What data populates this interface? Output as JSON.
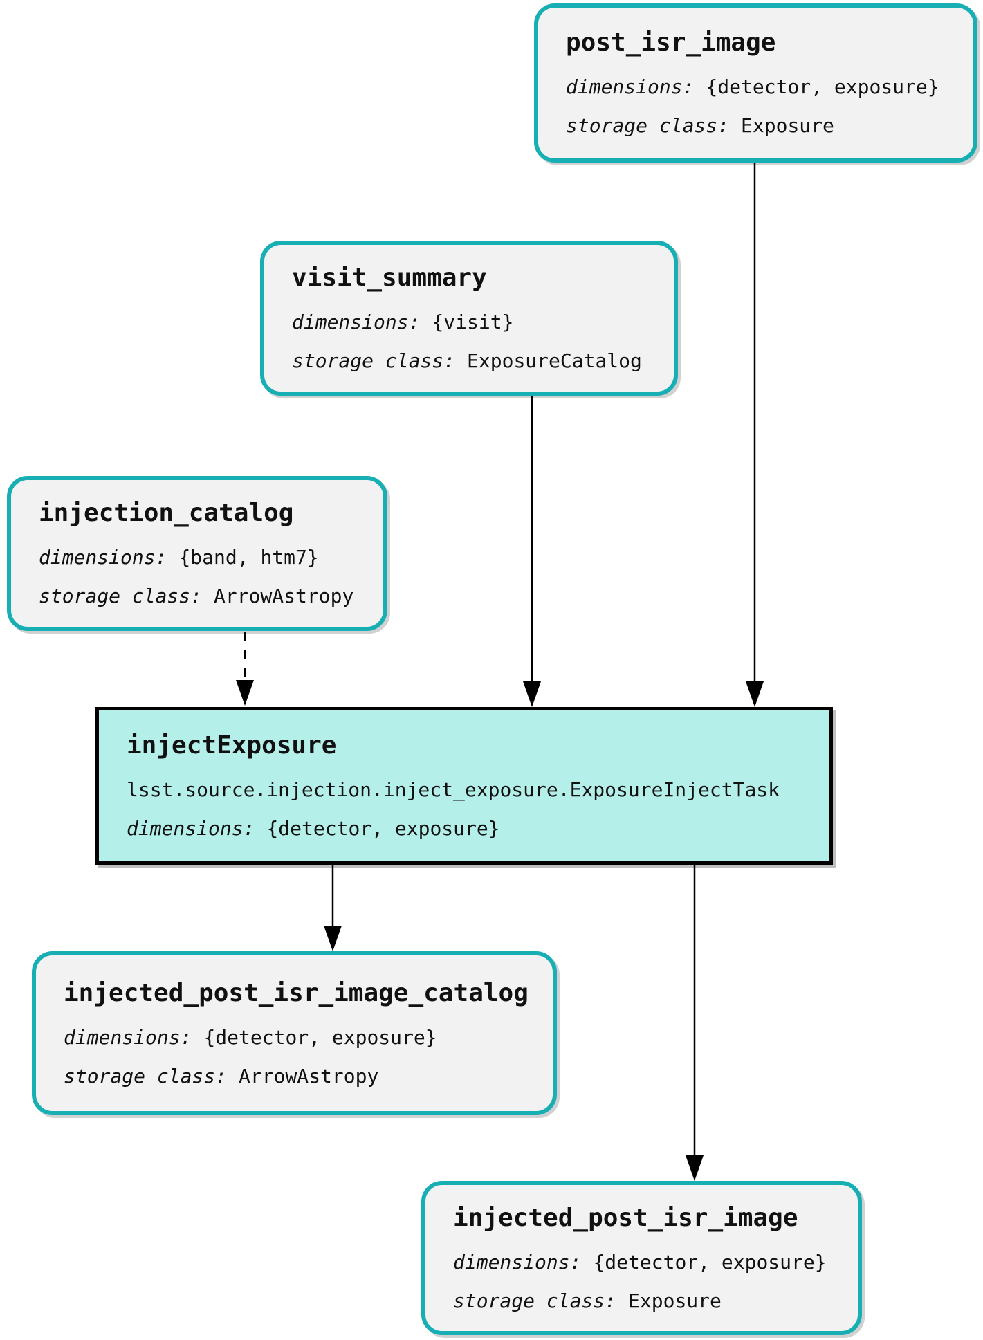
{
  "labels": {
    "dimensions": "dimensions:",
    "storage_class": "storage class:"
  },
  "nodes": {
    "post_isr_image": {
      "title": "post_isr_image",
      "dimensions": "{detector, exposure}",
      "storage_class": "Exposure"
    },
    "visit_summary": {
      "title": "visit_summary",
      "dimensions": "{visit}",
      "storage_class": "ExposureCatalog"
    },
    "injection_catalog": {
      "title": "injection_catalog",
      "dimensions": "{band, htm7}",
      "storage_class": "ArrowAstropy"
    },
    "injectExposure": {
      "title": "injectExposure",
      "task_class": "lsst.source.injection.inject_exposure.ExposureInjectTask",
      "dimensions": "{detector, exposure}"
    },
    "injected_post_isr_image_catalog": {
      "title": "injected_post_isr_image_catalog",
      "dimensions": "{detector, exposure}",
      "storage_class": "ArrowAstropy"
    },
    "injected_post_isr_image": {
      "title": "injected_post_isr_image",
      "dimensions": "{detector, exposure}",
      "storage_class": "Exposure"
    }
  },
  "edges": [
    {
      "from": "post_isr_image",
      "to": "injectExposure",
      "style": "solid"
    },
    {
      "from": "visit_summary",
      "to": "injectExposure",
      "style": "solid"
    },
    {
      "from": "injection_catalog",
      "to": "injectExposure",
      "style": "dashed"
    },
    {
      "from": "injectExposure",
      "to": "injected_post_isr_image_catalog",
      "style": "solid"
    },
    {
      "from": "injectExposure",
      "to": "injected_post_isr_image",
      "style": "solid"
    }
  ],
  "colors": {
    "dataset_border": "#17afb4",
    "dataset_fill": "#f2f2f2",
    "task_fill": "#b5efea",
    "task_border": "#000000",
    "edge": "#000000"
  }
}
